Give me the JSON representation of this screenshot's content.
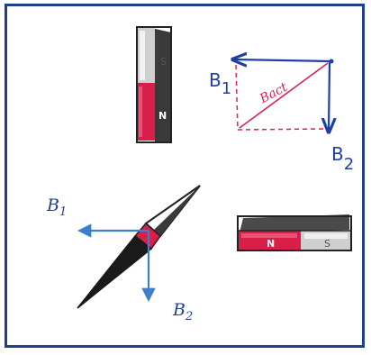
{
  "figure": {
    "compass_labels": {
      "b1": "B",
      "b1_sub": "1",
      "b2": "B",
      "b2_sub": "2"
    },
    "sketch_labels": {
      "b1": "B",
      "b1_sub": "1",
      "b2": "B",
      "b2_sub": "2",
      "resultant": "Bact"
    },
    "vertical_magnet": {
      "top_pole": "S",
      "bottom_pole": "N"
    },
    "horizontal_magnet": {
      "left_pole": "N",
      "right_pole": "S"
    },
    "colors": {
      "frame": "#1f3f8f",
      "field_arrow": "#3f7fc9",
      "hand_ink": "#1e3fa8",
      "red_pole": "#d81f4a",
      "resultant_ink": "#d42452"
    }
  }
}
